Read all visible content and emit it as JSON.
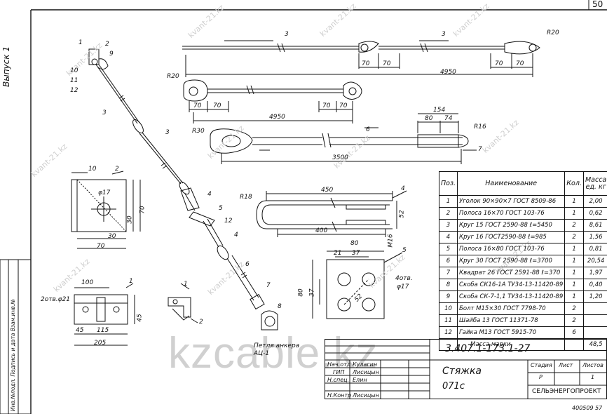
{
  "sheet": {
    "page_number": "50",
    "volume": "Выпуск 1",
    "side_stamp": "Инв.№подл. Подпись и дата Взам.инв.№",
    "bottom_right_note": "400509 57"
  },
  "watermark": {
    "site_small": "kvant-21.kz",
    "site_big": "kzcable.kz"
  },
  "drawing": {
    "main_labels": [
      "1",
      "2",
      "9",
      "10",
      "11",
      "12",
      "3",
      "3",
      "4",
      "5",
      "12",
      "4",
      "6",
      "7",
      "8"
    ],
    "anchor_label": "Петля анкера АЦ-1",
    "rod3": {
      "label": "3",
      "radius": "R20",
      "dims": [
        "70",
        "70",
        "70",
        "70",
        "4950"
      ]
    },
    "rod3b": {
      "radius": "R20",
      "dims": [
        "70",
        "70",
        "70",
        "70",
        "4950"
      ]
    },
    "rod6": {
      "label": "6",
      "radius_left": "R30",
      "radius_right": "R16",
      "dims": [
        "154",
        "80",
        "74",
        "3500"
      ],
      "label7": "7"
    },
    "part4": {
      "label": "4",
      "radius": "R18",
      "dims": [
        "450",
        "400",
        "52",
        "M16"
      ]
    },
    "part2": {
      "label": "2",
      "dims": [
        "10",
        "φ17",
        "30",
        "70",
        "30",
        "70"
      ]
    },
    "part5": {
      "label": "5",
      "dims": [
        "80",
        "21",
        "37",
        "80",
        "37",
        "52",
        "4отв.",
        "φ17"
      ]
    },
    "part1": {
      "label": "1",
      "dims": [
        "100",
        "2отв.φ21",
        "45",
        "115",
        "205",
        "45"
      ]
    },
    "part1b": {
      "labels": [
        "1",
        "2"
      ]
    }
  },
  "spec_table": {
    "headers": {
      "pos": "Поз.",
      "name": "Наименование",
      "qty": "Кол.",
      "mass": "Масса ед. кг"
    },
    "rows": [
      {
        "pos": "1",
        "name": "Уголок 90×90×7 ГОСТ 8509-86",
        "qty": "1",
        "mass": "2,00"
      },
      {
        "pos": "2",
        "name": "Полоса 16×70 ГОСТ 103-76",
        "qty": "1",
        "mass": "0,62"
      },
      {
        "pos": "3",
        "name": "Круг 15 ГОСТ 2590-88 ℓ=5450",
        "qty": "2",
        "mass": "8,61"
      },
      {
        "pos": "4",
        "name": "Круг 16 ГОСТ2590-88 ℓ=985",
        "qty": "2",
        "mass": "1,56"
      },
      {
        "pos": "5",
        "name": "Полоса 16×80 ГОСТ 103-76",
        "qty": "1",
        "mass": "0,81"
      },
      {
        "pos": "6",
        "name": "Круг 30 ГОСТ 2590-88 ℓ=3700",
        "qty": "1",
        "mass": "20,54"
      },
      {
        "pos": "7",
        "name": "Квадрат 26 ГОСТ 2591-88 ℓ=370",
        "qty": "1",
        "mass": "1,97"
      },
      {
        "pos": "8",
        "name": "Скоба СК16-1А ТУ34-13-11420-89",
        "qty": "1",
        "mass": "0,40"
      },
      {
        "pos": "9",
        "name": "Скоба СК-7-1,1 ТУ34-13-11420-89",
        "qty": "1",
        "mass": "1,20"
      },
      {
        "pos": "10",
        "name": "Болт М15×30 ГОСТ 7798-70",
        "qty": "2",
        "mass": ""
      },
      {
        "pos": "11",
        "name": "Шайба 13 ГОСТ 11371-78",
        "qty": "2",
        "mass": ""
      },
      {
        "pos": "12",
        "name": "Гайка М13 ГОСТ 5915-70",
        "qty": "6",
        "mass": ""
      }
    ],
    "total_label": "Масса марки",
    "total_value": "48,5"
  },
  "title_block": {
    "code": "3.407.1-173.1-27",
    "title": "Стяжка",
    "mark": "071с",
    "roles": [
      {
        "role": "Нач.отд",
        "name": "Кулагин"
      },
      {
        "role": "ГИП",
        "name": "Лисицын"
      },
      {
        "role": "Н.спец.",
        "name": "Елин"
      },
      {
        "role": "",
        "name": ""
      },
      {
        "role": "Н.Контр",
        "name": "Лисицын"
      }
    ],
    "stage_label": "Стадия",
    "sheet_label": "Лист",
    "sheets_label": "Листов",
    "stage": "Р",
    "sheets": "1",
    "org": "СЕЛЬЭНЕРГОПРОЕКТ"
  }
}
